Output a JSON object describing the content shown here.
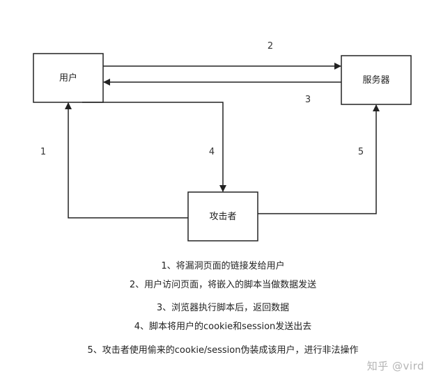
{
  "nodes": {
    "user": "用户",
    "server": "服务器",
    "attacker": "攻击者"
  },
  "edge_labels": {
    "e1": "1",
    "e2": "2",
    "e3": "3",
    "e4": "4",
    "e5": "5"
  },
  "steps": [
    "1、将漏洞页面的链接发给用户",
    "2、用户访问页面，将嵌入的脚本当做数据发送",
    "3、浏览器执行脚本后，返回数据",
    "4、脚本将用户的cookie和session发送出去",
    "5、攻击者使用偷来的cookie/session伪装成该用户，进行非法操作"
  ],
  "watermark": "知乎 @vird",
  "colors": {
    "stroke": "#222222",
    "text": "#222222",
    "watermark": "#b4b4b4"
  }
}
